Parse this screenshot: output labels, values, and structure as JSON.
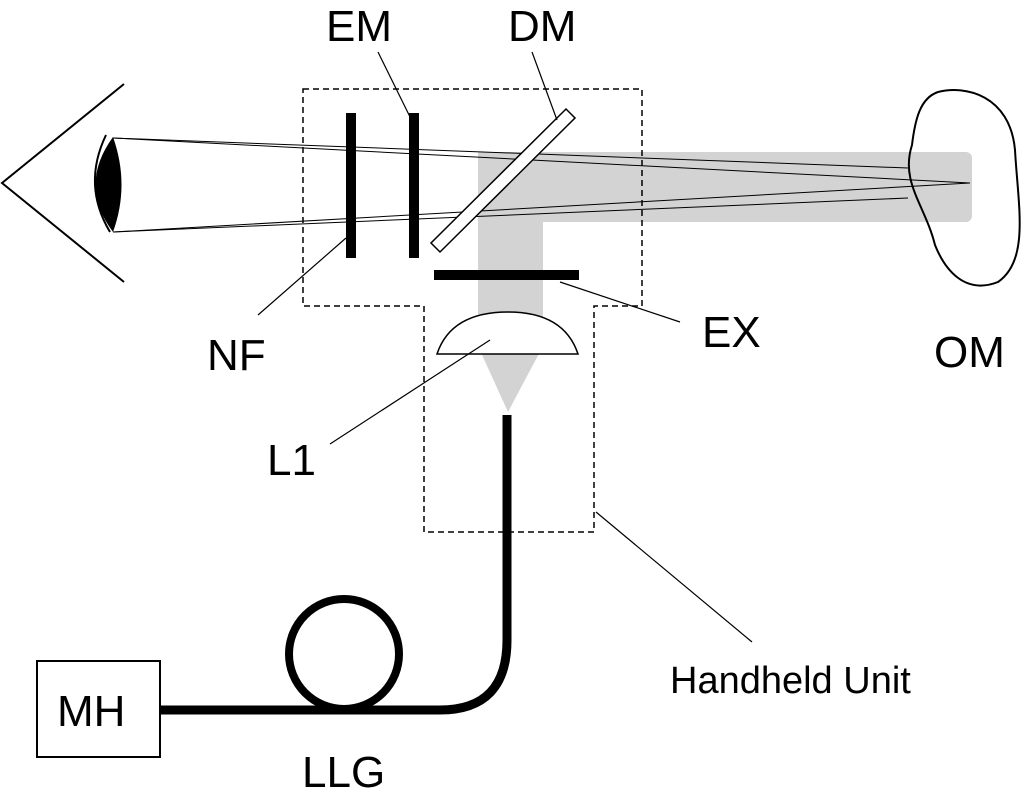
{
  "labels": {
    "em": "EM",
    "dm": "DM",
    "nf": "NF",
    "ex": "EX",
    "om": "OM",
    "l1": "L1",
    "mh": "MH",
    "llg": "LLG",
    "handheld": "Handheld Unit"
  },
  "colors": {
    "beam": "#d3d3d3",
    "ink": "#000000",
    "background": "#ffffff"
  }
}
